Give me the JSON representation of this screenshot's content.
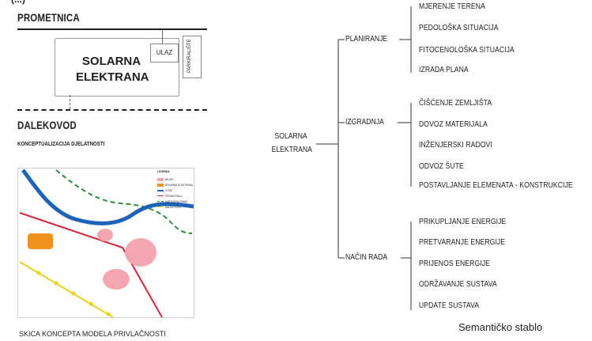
{
  "layout_plan": {
    "header_fragment": "(...)",
    "top_road": "PROMETNICA",
    "building_label_line1": "SOLARNA",
    "building_label_line2": "ELEKTRANA",
    "entrance": "ULAZ",
    "parking": "PARKIRALIŠTE",
    "powerline": "DALEKOVOD",
    "caption": "KONCEPTUALIZACIJA DJELATNOSTI"
  },
  "sketch": {
    "caption": "SKICA KONCEPTA MODELA PRIVLAČNOSTI",
    "legend": {
      "title": "LEGENDA",
      "items": [
        {
          "label": "BILJKE",
          "color": "#f4a6b0"
        },
        {
          "label": "SOLARNA ELEKTRANA",
          "color": "#f0921e"
        },
        {
          "label": "VODE",
          "color": "#1e63b8"
        },
        {
          "label": "PROMETNICA",
          "color": "#d6263c"
        },
        {
          "label": "ZAŠTIĆENA ŠUMA",
          "color": "#2e8b3e"
        },
        {
          "label": "DALEKOVOD",
          "color": "#e8d21a"
        }
      ]
    }
  },
  "tree": {
    "root_line1": "SOLARNA",
    "root_line2": "ELEKTRANA",
    "branches": [
      {
        "label": "PLANIRANJE",
        "leaves": [
          "MJERENJE TERENA",
          "PEDOLOŠKA SITUACIJA",
          "FITOCENOLOŠKA SITUACIJA",
          "IZRADA PLANA"
        ]
      },
      {
        "label": "IZGRADNJA",
        "leaves": [
          "ČIŠĆENJE ZEMLJIŠTA",
          "DOVOZ MATERIJALA",
          "INŽENJERSKI RADOVI",
          "ODVOZ ŠUTE",
          "POSTAVLJANJE ELEMENATA - KONSTRUKCIJE"
        ]
      },
      {
        "label": "NAČIN RADA",
        "leaves": [
          "PRIKUPLJANJE ENERGIJE",
          "PRETVARANJE ENERGIJE",
          "PRIJENOS ENERGIJE",
          "ODRŽAVANJE SUSTAVA",
          "UPDATE SUSTAVA"
        ]
      }
    ],
    "caption": "Semantičko stablo"
  }
}
